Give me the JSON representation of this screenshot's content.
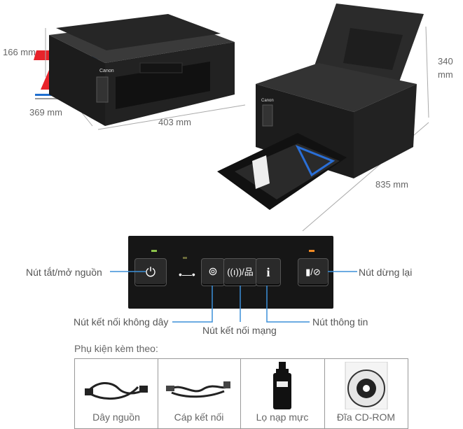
{
  "dimensions": {
    "height": "166 mm",
    "depth": "369 mm",
    "width": "403 mm",
    "height_open": "340\nmm",
    "length_open": "835 mm"
  },
  "printer": {
    "brand": "Canon"
  },
  "panel_labels": {
    "power": "Nút tắt/mở nguồn",
    "wireless": "Nút kết nối không dây",
    "network": "Nút kết nối mạng",
    "info": "Nút thông tin",
    "stop": "Nút dừng lại"
  },
  "panel_glyphs": {
    "info": "i"
  },
  "accessories": {
    "title": "Phụ kiện kèm theo:",
    "items": [
      {
        "label": "Dây nguồn",
        "icon": "power-cord-icon"
      },
      {
        "label": "Cáp kết nối",
        "icon": "usb-cable-icon"
      },
      {
        "label": "Lọ nạp mực",
        "icon": "ink-bottle-icon"
      },
      {
        "label": "Đĩa CD-ROM",
        "icon": "cd-rom-icon"
      }
    ]
  },
  "colors": {
    "logo_red": "#e8232a",
    "logo_blue": "#1f6fd0",
    "stop_led": "#f08a24",
    "power_led": "#8bc34a",
    "callout_blue": "#3b8fd8",
    "tray_blue": "#2a6fd6"
  }
}
